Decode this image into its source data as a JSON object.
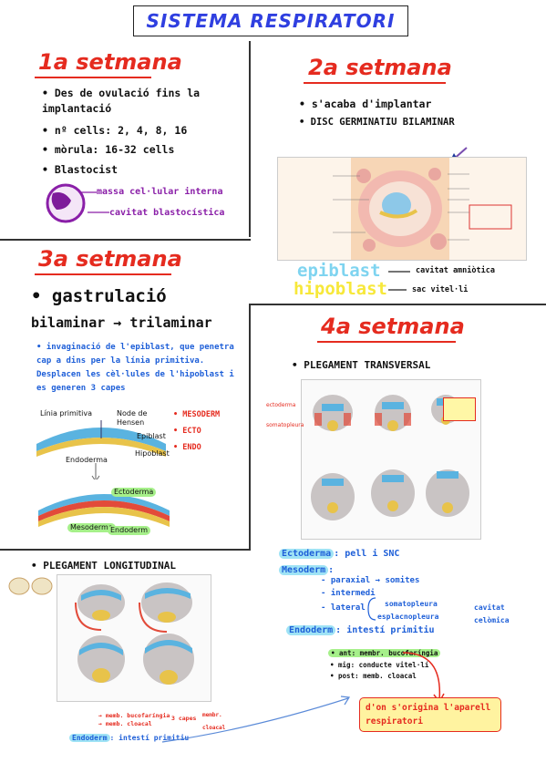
{
  "title": "SISTEMA RESPIRATORI",
  "week1": {
    "heading": "1a setmana",
    "items": [
      "• Des de ovulació fins la implantació",
      "• nº cells: 2, 4, 8, 16",
      "• mòrula: 16-32 cells",
      "• Blastocist"
    ],
    "labels": [
      "massa cel·lular interna",
      "cavitat blastocística"
    ]
  },
  "week2": {
    "heading": "2a setmana",
    "items": [
      "• s'acaba d'implantar",
      "• DISC GERMINATIU BILAMINAR"
    ],
    "labels": [
      {
        "text": "epiblast",
        "note": "cavitat amniòtica"
      },
      {
        "text": "hipoblast",
        "note": "sac vitel·li"
      }
    ]
  },
  "week3": {
    "heading": "3a setmana",
    "items": [
      "• gastrulació",
      "bilaminar → trilaminar"
    ],
    "para": "• invaginació de l'epiblast, que penetra cap a dins per la línia primitiva. Desplacen les cèl·lules de l'hipoblast i es generen 3 capes",
    "layers": [
      "• MESODERM",
      "• ECTO",
      "• ENDO"
    ],
    "fig_labels": [
      "Línia primitiva",
      "Node de Hensen",
      "Epiblast",
      "Endoderma",
      "Hipoblast",
      "Ectoderma",
      "Mesoderma",
      "Endoderm"
    ]
  },
  "week4": {
    "heading": "4a setmana",
    "item": "• PLEGAMENT TRANSVERSAL",
    "ecto": {
      "label": "Ectoderma",
      "text": ": pell i SNC"
    },
    "meso": {
      "label": "Mesoderm",
      "subitems": [
        "- paraxial → somites",
        "- intermedi",
        "- lateral"
      ],
      "lateral": [
        "somatopleura",
        "esplacnopleura"
      ],
      "cavity": "cavitat celòmica"
    },
    "endo": {
      "label": "Endoderm",
      "text": ": intestí primitiu"
    },
    "gut": [
      "• ant: membr. bucofaríngia",
      "• mig: conducte vitel·lí",
      "• post: memb. cloacal"
    ],
    "origin": "d'on s'origina l'aparell respiratori"
  },
  "longitudinal": {
    "item": "• PLEGAMENT LONGITUDINAL",
    "notes": [
      "→ memb. bucofaríngia",
      "→ memb. cloacal",
      "3 capes",
      "membr. cloacal"
    ],
    "endo_label": "Endoderm",
    "endo_text": ": intestí primitiu"
  }
}
